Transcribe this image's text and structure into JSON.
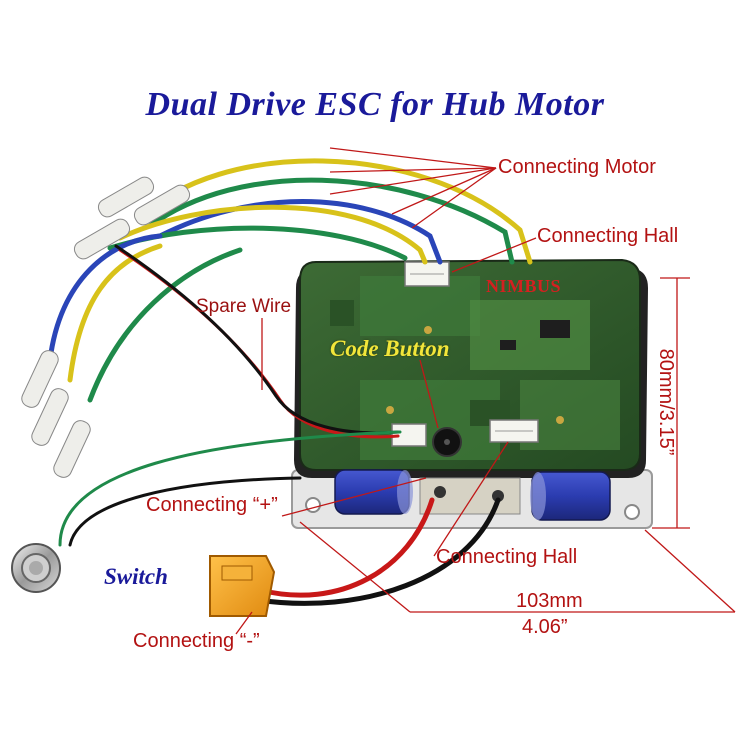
{
  "title": "Dual Drive ESC for Hub Motor",
  "brand": "NIMBUS",
  "labels": {
    "connecting_motor": "Connecting Motor",
    "connecting_hall_top": "Connecting Hall",
    "spare_wire": "Spare Wire",
    "code_button": "Code Button",
    "connecting_plus": "Connecting “+”",
    "connecting_hall_bottom": "Connecting Hall",
    "switch": "Switch",
    "connecting_minus": "Connecting “-”"
  },
  "dimensions": {
    "width_mm": "103mm",
    "width_in": "4.06”",
    "height": "80mm/3.15”"
  },
  "colors": {
    "title": "#1a1a9a",
    "label_red": "#b31212",
    "pcb_green": "#2f5a2a",
    "wire_yellow": "#d8c21a",
    "wire_green": "#1f8a4a",
    "wire_blue": "#2a45b8",
    "xt60_orange": "#f2a020",
    "capacitor_blue": "#2b3cb0"
  }
}
